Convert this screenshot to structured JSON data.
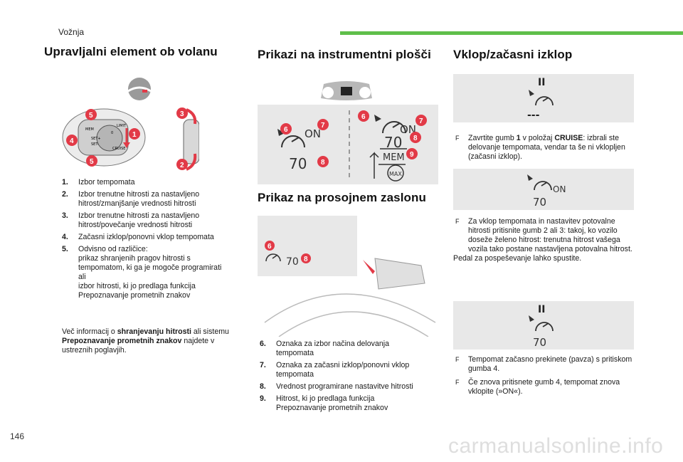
{
  "header": {
    "section": "Vožnja"
  },
  "page_number": "146",
  "watermark": "carmanualsonline.info",
  "col1": {
    "title": "Upravljalni element ob volanu",
    "items": [
      {
        "n": "1.",
        "text": "Izbor tempomata"
      },
      {
        "n": "2.",
        "text": "Izbor trenutne hitrosti za nastavljeno\nhitrost/zmanjšanje vrednosti hitrosti"
      },
      {
        "n": "3.",
        "text": "Izbor trenutne hitrosti za nastavljeno\nhitrost/povečanje vrednosti hitrosti"
      },
      {
        "n": "4.",
        "text": "Začasni izklop/ponovni vklop tempomata"
      },
      {
        "n": "5.",
        "text": "Odvisno od različice:\nprikaz shranjenih pragov hitrosti s\ntempomatom, ki ga je mogoče programirati\nali\nizbor hitrosti, ki jo predlaga funkcija\nPrepoznavanje prometnih znakov"
      }
    ],
    "more_1": "Več informacij o ",
    "more_b1": "shranjevanju hitrosti",
    "more_2": " ali sistemu ",
    "more_b2": "Prepoznavanje prometnih znakov",
    "more_3": " najdete v ustreznih poglavjih.",
    "diagram": {
      "lever_labels": [
        "LIMIT",
        "MEM",
        "CRUISE",
        "SET+",
        "SET-",
        "0"
      ],
      "badges": [
        "1",
        "2",
        "3",
        "4",
        "5",
        "5"
      ]
    }
  },
  "col2": {
    "title": "Prikazi na instrumentni plošči",
    "title2": "Prikaz na prosojnem zaslonu",
    "cluster": {
      "left_on": "ON",
      "left_speed": "70",
      "right_on": "ON",
      "right_speed": "70",
      "mem": "MEM",
      "max": "MAX",
      "badges": [
        "6",
        "7",
        "8",
        "6",
        "7",
        "8",
        "9"
      ]
    },
    "hud": {
      "speed": "70",
      "badges": [
        "6",
        "8"
      ]
    },
    "items": [
      {
        "n": "6.",
        "text": "Oznaka za izbor načina delovanja\ntempomata"
      },
      {
        "n": "7.",
        "text": "Oznaka za začasni izklop/ponovni vklop\ntempomata"
      },
      {
        "n": "8.",
        "text": "Vrednost programirane nastavitve hitrosti"
      },
      {
        "n": "9.",
        "text": "Hitrost, ki jo predlaga funkcija\nPrepoznavanje prometnih znakov"
      }
    ]
  },
  "col3": {
    "title": "Vklop/začasni izklop",
    "panel1": {
      "pause": "II",
      "dashes": "---"
    },
    "bullet1_a": "Zavrtite gumb ",
    "bullet1_b": "1",
    "bullet1_c": " v položaj ",
    "bullet1_d": "CRUISE",
    "bullet1_e": ": izbrali ste delovanje tempomata, vendar ta še ni vklopljen (začasni izklop).",
    "panel2": {
      "on": "ON",
      "speed": "70"
    },
    "bullet2": "Za vklop tempomata in nastavitev potovalne hitrosti pritisnite gumb 2 ali 3: takoj, ko vozilo doseže želeno hitrost: trenutna hitrost vašega vozila tako postane nastavljena potovalna hitrost.",
    "after2": "Pedal za pospeševanje lahko spustite.",
    "panel3": {
      "pause": "II",
      "speed": "70"
    },
    "bullet3": "Tempomat začasno prekinete (pavza) s pritiskom gumba 4.",
    "bullet4": "Če znova pritisnete gumb 4, tempomat znova vklopite (»ON«).",
    "bullet_mark": "F"
  }
}
